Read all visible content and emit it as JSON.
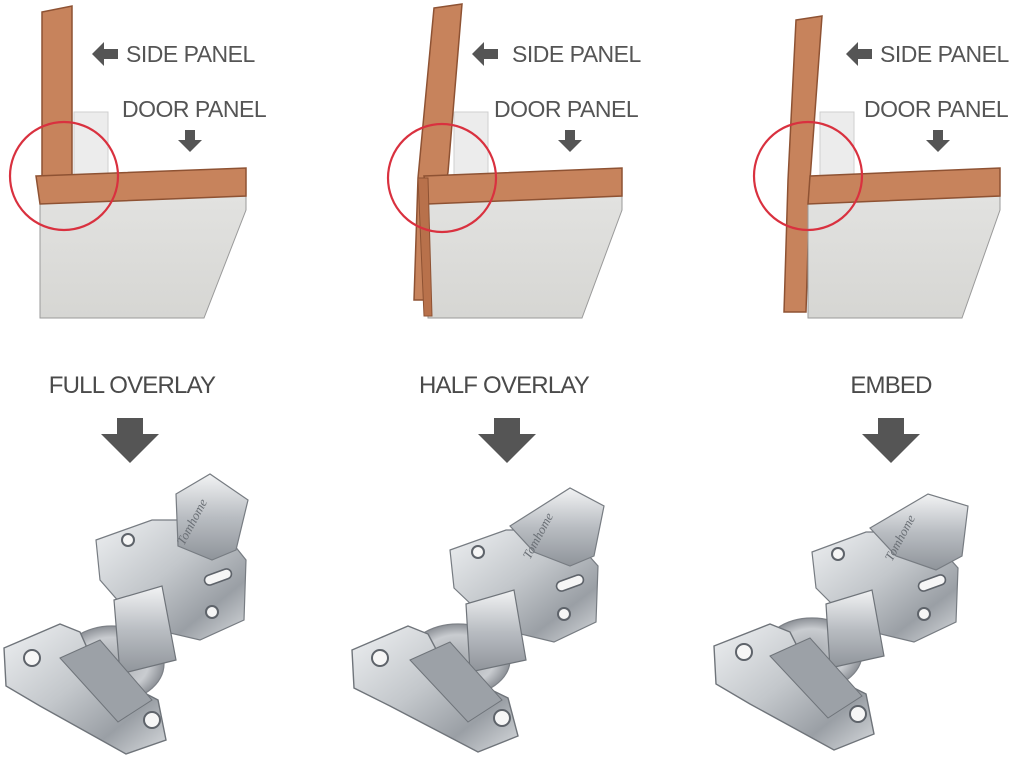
{
  "colors": {
    "wood": "#C7835C",
    "wood_edge": "#8E5233",
    "door_face": "#DCDCDA",
    "highlight_circle": "#D9313F",
    "arrow": "#555555",
    "text": "#555555",
    "hinge_metal": "#C9CCCF"
  },
  "panels": [
    {
      "side_label": "SIDE PANEL",
      "door_label": "DOOR PANEL",
      "type_label": "FULL OVERLAY",
      "brand_mark": "Tomhome"
    },
    {
      "side_label": "SIDE PANEL",
      "door_label": "DOOR PANEL",
      "type_label": "HALF OVERLAY",
      "brand_mark": "Tomhome"
    },
    {
      "side_label": "SIDE PANEL",
      "door_label": "DOOR PANEL",
      "type_label": "EMBED",
      "brand_mark": "Tomhome"
    }
  ]
}
